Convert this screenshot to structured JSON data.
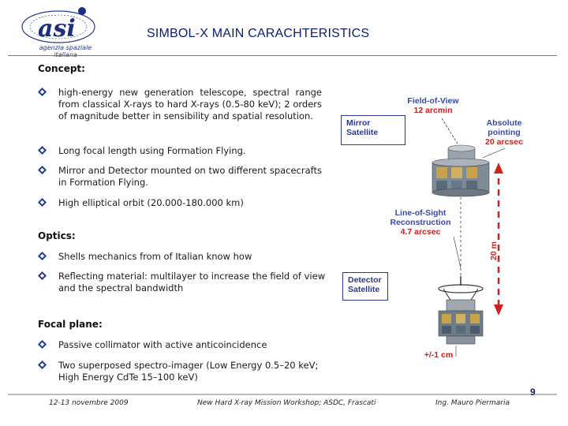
{
  "logo": {
    "text_line1": "agenzia spaziale",
    "text_line2": "italiana"
  },
  "title": "SIMBOL-X MAIN CARACHTERISTICS",
  "concept": {
    "heading": "Concept:",
    "items": [
      "high-energy new generation telescope, spectral range from classical X-rays to hard X-rays (0.5-80 keV); 2 orders of magnitude better in sensibility and spatial resolution.",
      "Long focal length using Formation Flying.",
      "Mirror and Detector mounted on two different spacecrafts in Formation Flying.",
      "High elliptical orbit (20.000-180.000 km)"
    ]
  },
  "optics": {
    "heading": "Optics:",
    "items": [
      "Shells mechanics from of Italian know how",
      "Reflecting material: multilayer to increase the field of view and the spectral bandwidth"
    ]
  },
  "focal_plane": {
    "heading": "Focal plane:",
    "items": [
      "Passive collimator with active anticoincidence",
      "Two superposed spectro-imager (Low Energy 0.5–20 keV; High Energy CdTe 15–100 keV)"
    ]
  },
  "diagram": {
    "fov_label": "Field-of-View",
    "fov_value": "12 arcmin",
    "mirror_satellite": "Mirror Satellite",
    "absolute_pointing": "Absolute pointing",
    "absolute_value": "20 arcsec",
    "los_label": "Line-of-Sight Reconstruction",
    "los_value": "4.7 arcsec",
    "distance": "20 m",
    "detector_satellite": "Detector Satellite",
    "tolerance": "+/-1 cm"
  },
  "footer": {
    "date": "12-13 novembre 2009",
    "event": "New Hard X-ray Mission Workshop; ASDC, Frascati",
    "author": "Ing. Mauro Piermaria"
  },
  "page_number": "9",
  "colors": {
    "title": "#0b1e6e",
    "callout_blue": "#3a4aa0",
    "callout_red": "#c62020",
    "bullet": "#1f3a8a"
  }
}
